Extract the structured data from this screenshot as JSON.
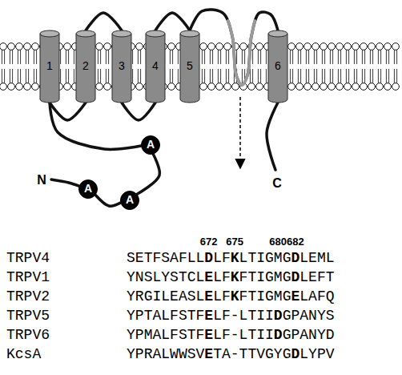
{
  "diagram": {
    "nodes": [
      {
        "text": [
          "1"
        ]
      },
      {
        "text": [
          "2"
        ]
      },
      {
        "text": [
          "3"
        ]
      },
      {
        "text": [
          "4"
        ]
      },
      {
        "text": [
          "5"
        ]
      },
      {
        "text": [
          "6"
        ]
      },
      {
        "text": [
          "A"
        ]
      },
      {
        "text": [
          "A"
        ]
      },
      {
        "text": [
          "A"
        ]
      }
    ],
    "edges": [
      {
        "from": 0,
        "to": 1,
        "arrow": "none"
      },
      {
        "from": 1,
        "to": 2,
        "arrow": "none"
      },
      {
        "from": 2,
        "to": 3,
        "arrow": "none"
      },
      {
        "from": 3,
        "to": 4,
        "arrow": "none"
      },
      {
        "from": 4,
        "to": 5,
        "arrow": "none"
      },
      {
        "from": 0,
        "to": 6,
        "arrow": "none"
      },
      {
        "from": 6,
        "to": 7,
        "arrow": "none"
      },
      {
        "from": 7,
        "to": 8,
        "arrow": "none"
      }
    ],
    "labels": [
      "N",
      "C",
      "672",
      "675",
      "680",
      "682",
      "TRPV4",
      "SETFSAFLLDLFKLTIGMGDLEML",
      "TRPV1",
      "YNSLYSTCLELFKFTIGMGDLEFT",
      "TRPV2",
      "YRGILEASLELFKFTIGMGELAFQ",
      "TRPV5",
      "YPTALFSTFELF-LTIIDGPANYS",
      "TRPV6",
      "YPMALFSTFELF-LTIIDGPANYD",
      "KcsA",
      "YPRALWWSVETA-TTVGYGDLYPV"
    ]
  }
}
